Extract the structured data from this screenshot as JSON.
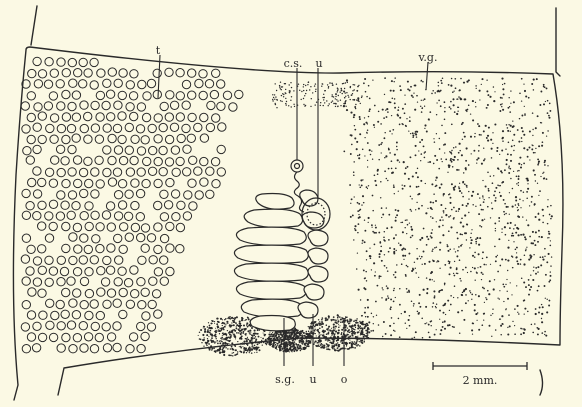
{
  "figure": {
    "ink_color": "#2a2a2a",
    "background_color": "#fbf9e4",
    "labels": {
      "testes": "t",
      "vitellaria": "v.g.",
      "cirrus_sac": "c.s.",
      "uterus_top": "u",
      "shell_gland": "s.g.",
      "uterus_bottom": "u",
      "ovary": "o"
    },
    "scale_bar": {
      "label": "2 mm."
    }
  }
}
